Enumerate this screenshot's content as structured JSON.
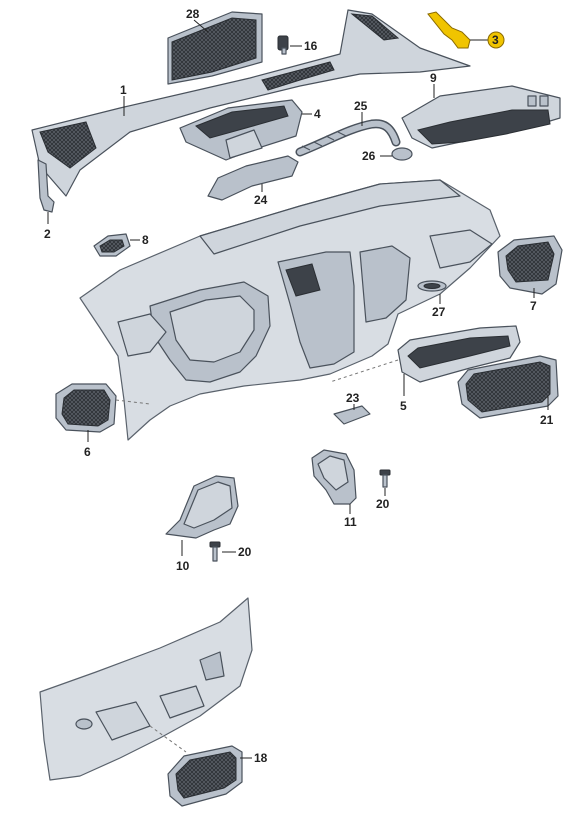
{
  "callouts": [
    {
      "id": "c1",
      "text": "1"
    },
    {
      "id": "c2",
      "text": "2"
    },
    {
      "id": "c3",
      "text": "3",
      "highlight": true
    },
    {
      "id": "c4",
      "text": "4"
    },
    {
      "id": "c5",
      "text": "5"
    },
    {
      "id": "c6",
      "text": "6"
    },
    {
      "id": "c7",
      "text": "7"
    },
    {
      "id": "c8",
      "text": "8"
    },
    {
      "id": "c9",
      "text": "9"
    },
    {
      "id": "c10",
      "text": "10"
    },
    {
      "id": "c11",
      "text": "11"
    },
    {
      "id": "c16",
      "text": "16"
    },
    {
      "id": "c18",
      "text": "18"
    },
    {
      "id": "c20a",
      "text": "20"
    },
    {
      "id": "c20b",
      "text": "20"
    },
    {
      "id": "c21",
      "text": "21"
    },
    {
      "id": "c23",
      "text": "23"
    },
    {
      "id": "c24",
      "text": "24"
    },
    {
      "id": "c25",
      "text": "25"
    },
    {
      "id": "c26",
      "text": "26"
    },
    {
      "id": "c27",
      "text": "27"
    },
    {
      "id": "c28",
      "text": "28"
    }
  ],
  "colors": {
    "highlight": "#f0c400",
    "part": "#b9c1cb",
    "outline": "#4a525c"
  }
}
